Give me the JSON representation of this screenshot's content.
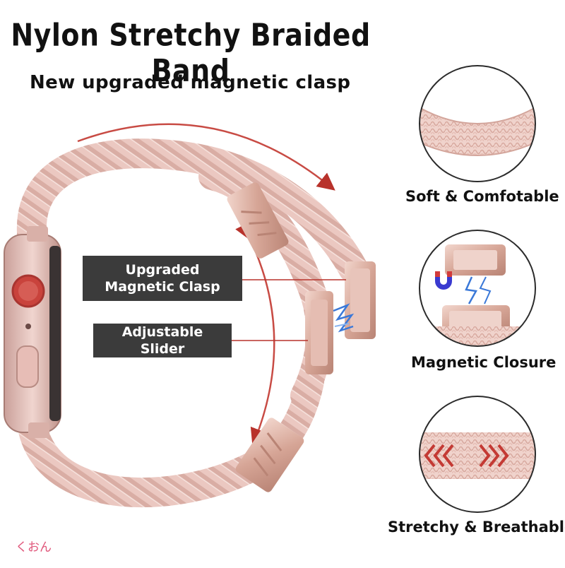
{
  "header": {
    "title": "Nylon Stretchy Braided Band",
    "subtitle": "New upgraded magnetic clasp"
  },
  "callouts": {
    "magnetic_clasp": "Upgraded  Magnetic Clasp",
    "adjustable_slider": "Adjustable Slider"
  },
  "features": [
    {
      "label": "Soft & Comfotable",
      "icon": "braided-strap-closeup"
    },
    {
      "label": "Magnetic Closure",
      "icon": "magnet-clasp-closeup"
    },
    {
      "label": "Stretchy & Breathable",
      "icon": "stretch-arrows-closeup"
    }
  ],
  "watermark": "くおん",
  "colors": {
    "band_pink": "#e8c3bd",
    "band_shadow": "#c9998f",
    "clasp_rosegold": "#d9aa9c",
    "arrow_red": "#b8322b",
    "callout_bg": "#3b3b3b",
    "circle_border": "#2b2b2b"
  }
}
